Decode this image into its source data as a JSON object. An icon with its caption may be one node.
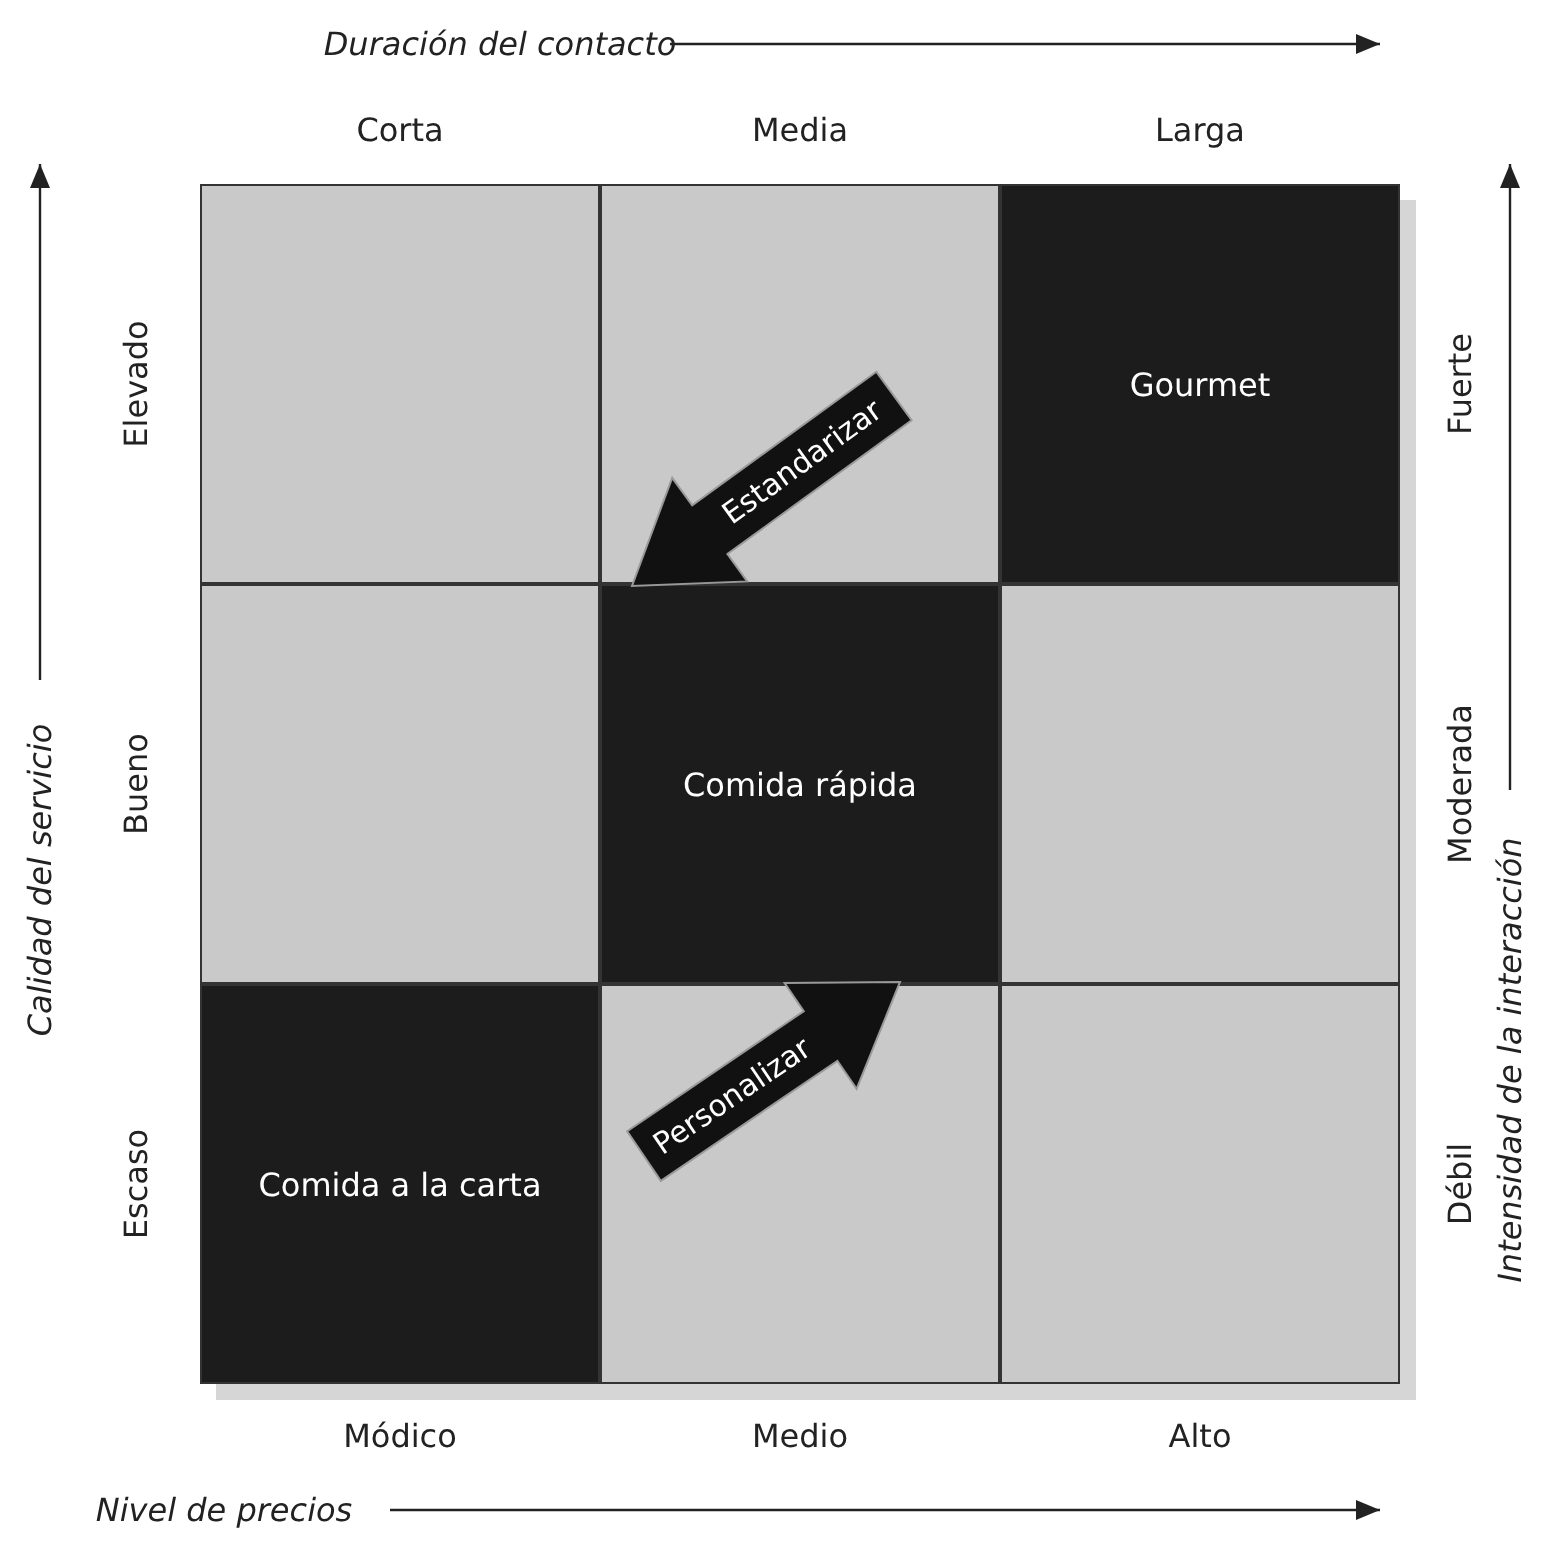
{
  "diagram": {
    "nodes": [
      {
        "text": [],
        "shape": "box"
      },
      {
        "text": [],
        "shape": "box"
      },
      {
        "text": [
          "Gourmet"
        ]
      },
      {
        "text": [],
        "shape": "box"
      },
      {
        "text": [
          "Comida rápida"
        ]
      },
      {
        "text": [],
        "shape": "box"
      },
      {
        "text": [
          "Comida a la carta"
        ]
      },
      {
        "text": [],
        "shape": "box"
      },
      {
        "text": [],
        "shape": "box"
      }
    ],
    "edges": [
      {
        "from": 1,
        "to": 4,
        "arrow": "to",
        "label": "Estandarizar",
        "style": "thick"
      },
      {
        "from": 7,
        "to": 4,
        "arrow": "to",
        "label": "Personalizar",
        "style": "thick"
      }
    ],
    "labels": [
      "Duración del contacto",
      "Corta",
      "Media",
      "Larga",
      "Calidad del servicio",
      "Elevado",
      "Fuerte",
      "Intensidad de la interacción",
      "Bueno",
      "Moderada",
      "Escaso",
      "Débil",
      "Módico",
      "Medio",
      "Alto",
      "Nivel de precios"
    ]
  }
}
